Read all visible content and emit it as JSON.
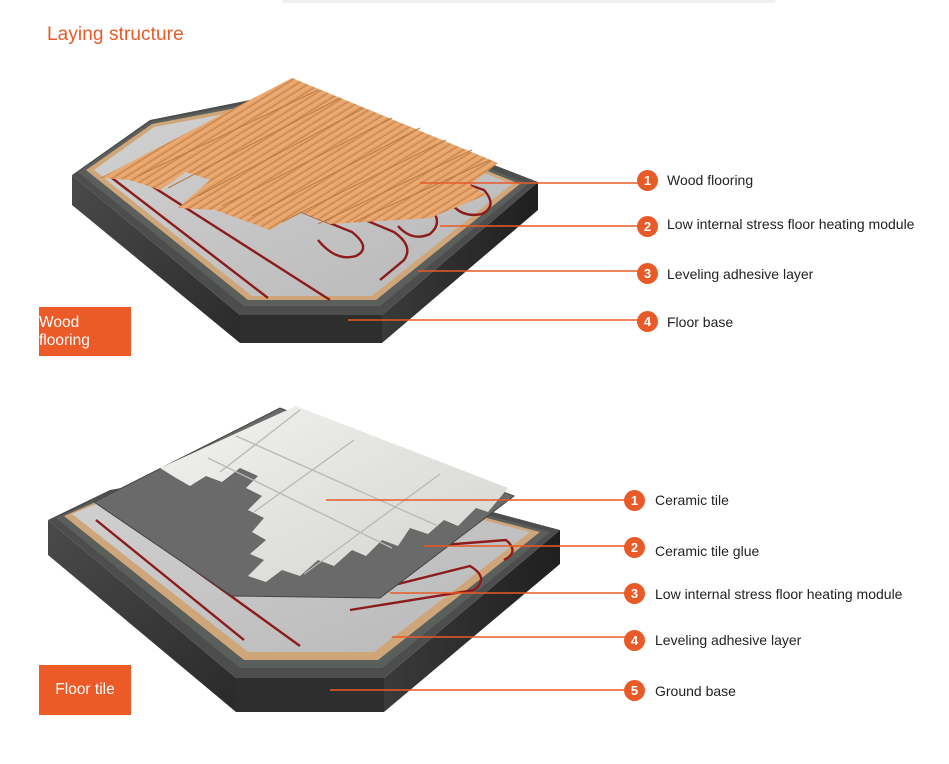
{
  "title": "Laying structure",
  "colors": {
    "accent": "#e85a27",
    "tag_bg": "#ec5a28",
    "line": "#e85a27"
  },
  "wood": {
    "tag": "Wood flooring",
    "layers": [
      {
        "num": "1",
        "label": "Wood flooring"
      },
      {
        "num": "2",
        "label": "Low internal stress floor heating module"
      },
      {
        "num": "3",
        "label": "Leveling adhesive layer"
      },
      {
        "num": "4",
        "label": "Floor base"
      }
    ]
  },
  "tile": {
    "tag": "Floor tile",
    "layers": [
      {
        "num": "1",
        "label": "Ceramic tile"
      },
      {
        "num": "2",
        "label": "Ceramic tile glue"
      },
      {
        "num": "3",
        "label": "Low internal stress floor heating module"
      },
      {
        "num": "4",
        "label": "Leveling adhesive layer"
      },
      {
        "num": "5",
        "label": "Ground base"
      }
    ]
  }
}
